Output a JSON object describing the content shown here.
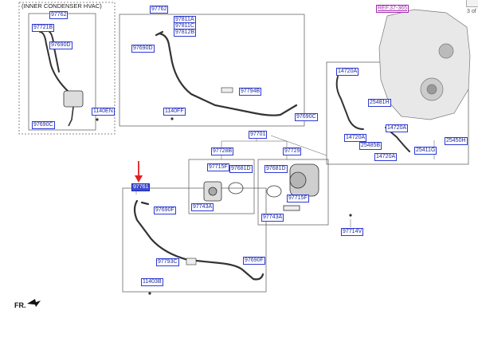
{
  "caption": "(INNER CONDENSER HVAC)",
  "pager": "3 of",
  "ref_link": "REF.37-365",
  "fr_label": "FR.",
  "colors": {
    "label_border": "#2e3bd1",
    "label_text": "#1f2a9e",
    "selected": "#3d4bd8",
    "ref": "#a12bb0",
    "arrow": "#e02020",
    "line": "#333333"
  },
  "labels": [
    "97762",
    "97721B",
    "97690D",
    "1140EN",
    "97690C",
    "97762",
    "97811A",
    "97811C",
    "97812B",
    "97690D",
    "97794B",
    "1140FF",
    "97690C",
    "97701",
    "97728B",
    "97729",
    "97715F",
    "97681D",
    "97743A",
    "97681D",
    "97715F",
    "97743A",
    "97761",
    "97690F",
    "97793C",
    "97690F",
    "11403B",
    "97714V",
    "14720A",
    "25481H",
    "14720A",
    "14720A",
    "25485B",
    "25411G",
    "14720A",
    "25450H"
  ]
}
